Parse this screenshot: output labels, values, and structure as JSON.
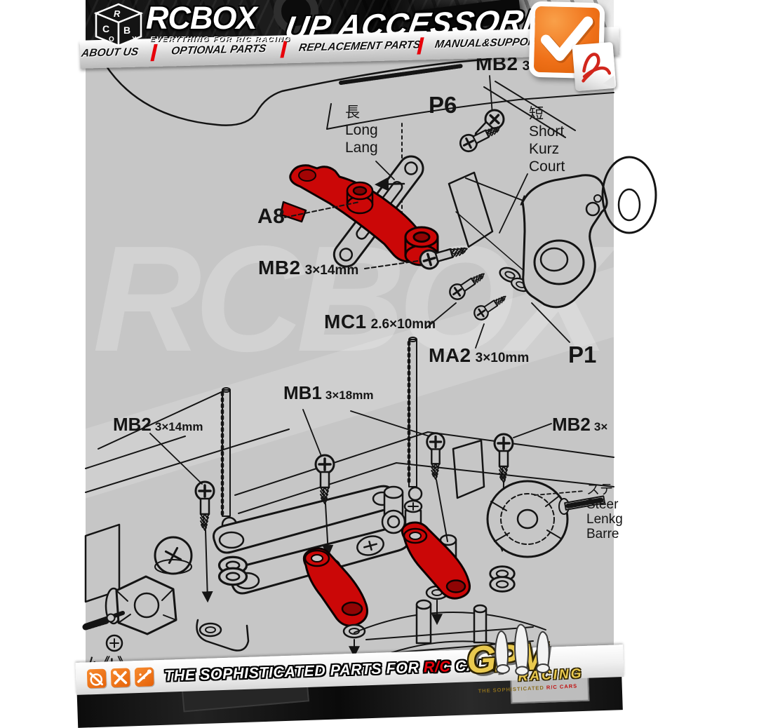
{
  "colors": {
    "accent_red": "#e8000a",
    "part_red": "#cb0707",
    "diagram_gray": "#c6c6c6",
    "badge_orange": "#ef7018",
    "gold": "#e9c94f"
  },
  "header": {
    "brand": "RCBOX",
    "brand_tagline": "EVERYTHING FOR R/C RACING",
    "cube": {
      "l1": "R",
      "l2": "C",
      "l3": "B",
      "l4": "O",
      "l5": "X"
    },
    "page_title": "UP ACCESSORIES",
    "nav": [
      "ABOUT US",
      "OPTIONAL PARTS",
      "REPLACEMENT PARTS",
      "MANUAL&SUPPORT"
    ]
  },
  "diagram": {
    "labels": {
      "mb2_top": {
        "code": "MB2",
        "size": "3"
      },
      "p6": {
        "code": "P6"
      },
      "long": {
        "jp": "長",
        "en": "Long",
        "de": "Lang"
      },
      "short": {
        "jp": "短",
        "en": "Short",
        "de": "Kurz",
        "fr": "Court"
      },
      "a8": {
        "code": "A8"
      },
      "mb2_mid": {
        "code": "MB2",
        "size": "3×14mm"
      },
      "mc1": {
        "code": "MC1",
        "size": "2.6×10mm"
      },
      "ma2": {
        "code": "MA2",
        "size": "3×10mm"
      },
      "p1": {
        "code": "P1"
      },
      "mb1": {
        "code": "MB1",
        "size": "3×18mm"
      },
      "mb2_left": {
        "code": "MB2",
        "size": "3×14mm"
      },
      "mb2_right": {
        "code": "MB2",
        "size": "3×"
      },
      "steering": {
        "jp": "ステ",
        "en": "Steer",
        "de": "Lenkg",
        "fr": "Barre"
      },
      "partial_bottom_left": "ム《L》"
    }
  },
  "footer": {
    "slogan_prefix": "THE SOPHISTICATED PARTS FOR ",
    "slogan_highlight": "R/C",
    "slogan_suffix": " CARS",
    "gpm": {
      "brand": "GPM",
      "sub": "RACING",
      "tagline": "THE SOPHISTICATED",
      "tagline2": "R/C CARS"
    }
  }
}
